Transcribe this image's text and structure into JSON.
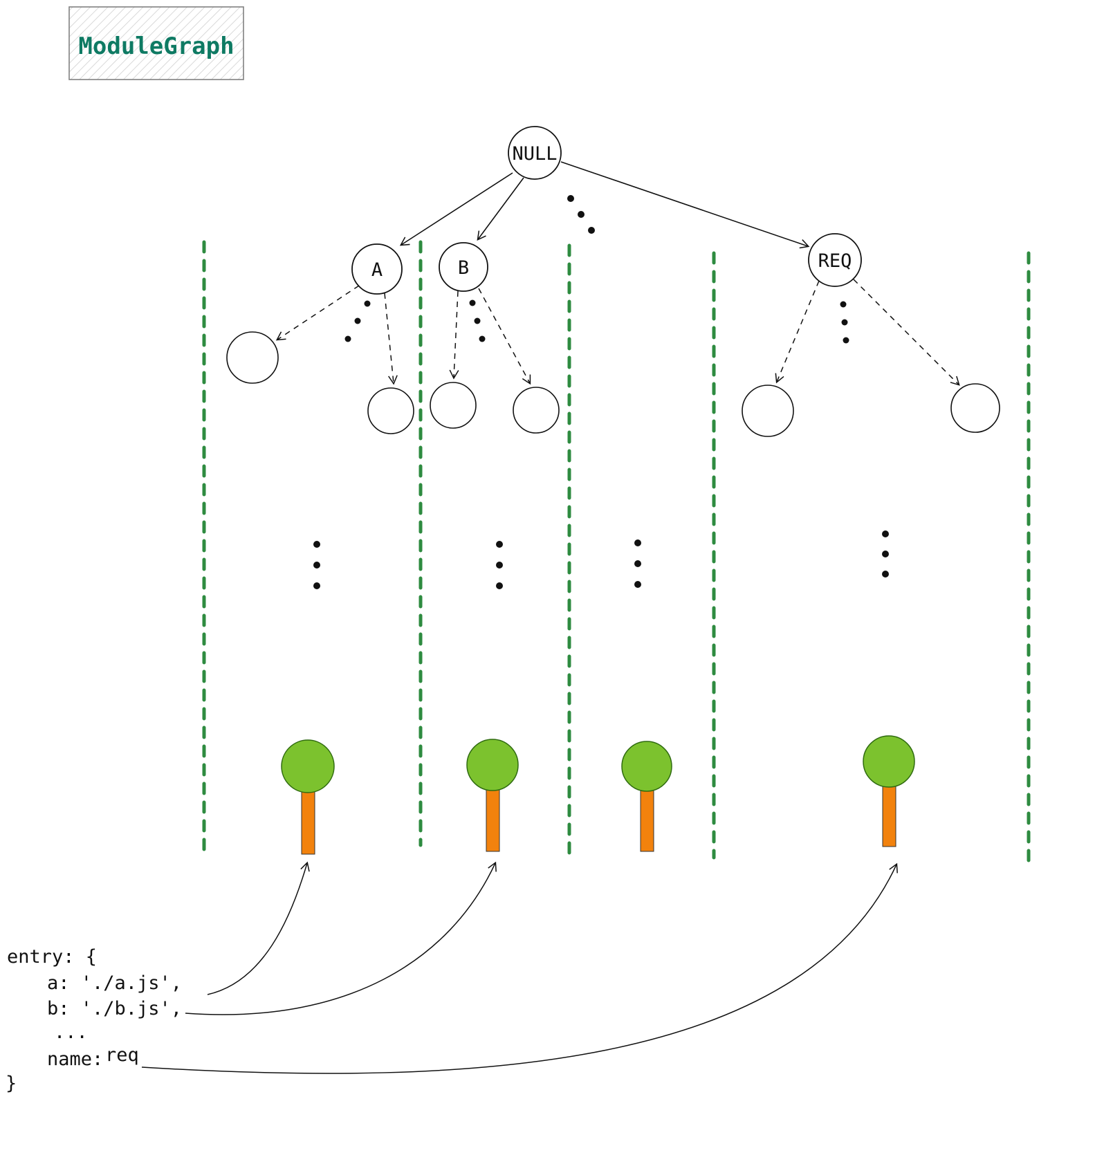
{
  "title": "ModuleGraph",
  "graph": {
    "root_label": "NULL",
    "child_a_label": "A",
    "child_b_label": "B",
    "child_req_label": "REQ"
  },
  "code": {
    "line_open": "entry: {",
    "line_a": "a: './a.js',",
    "line_b": "b: './b.js',",
    "line_dots": "...",
    "line_name_key": "name:",
    "line_name_value": "req",
    "line_close": "}"
  },
  "colors": {
    "separator_green": "#2e8b40",
    "tree_crown_green": "#7cc22e",
    "tree_trunk_orange": "#f2820d",
    "req_blue": "#3b4fc0",
    "title_teal": "#0e7a63"
  }
}
